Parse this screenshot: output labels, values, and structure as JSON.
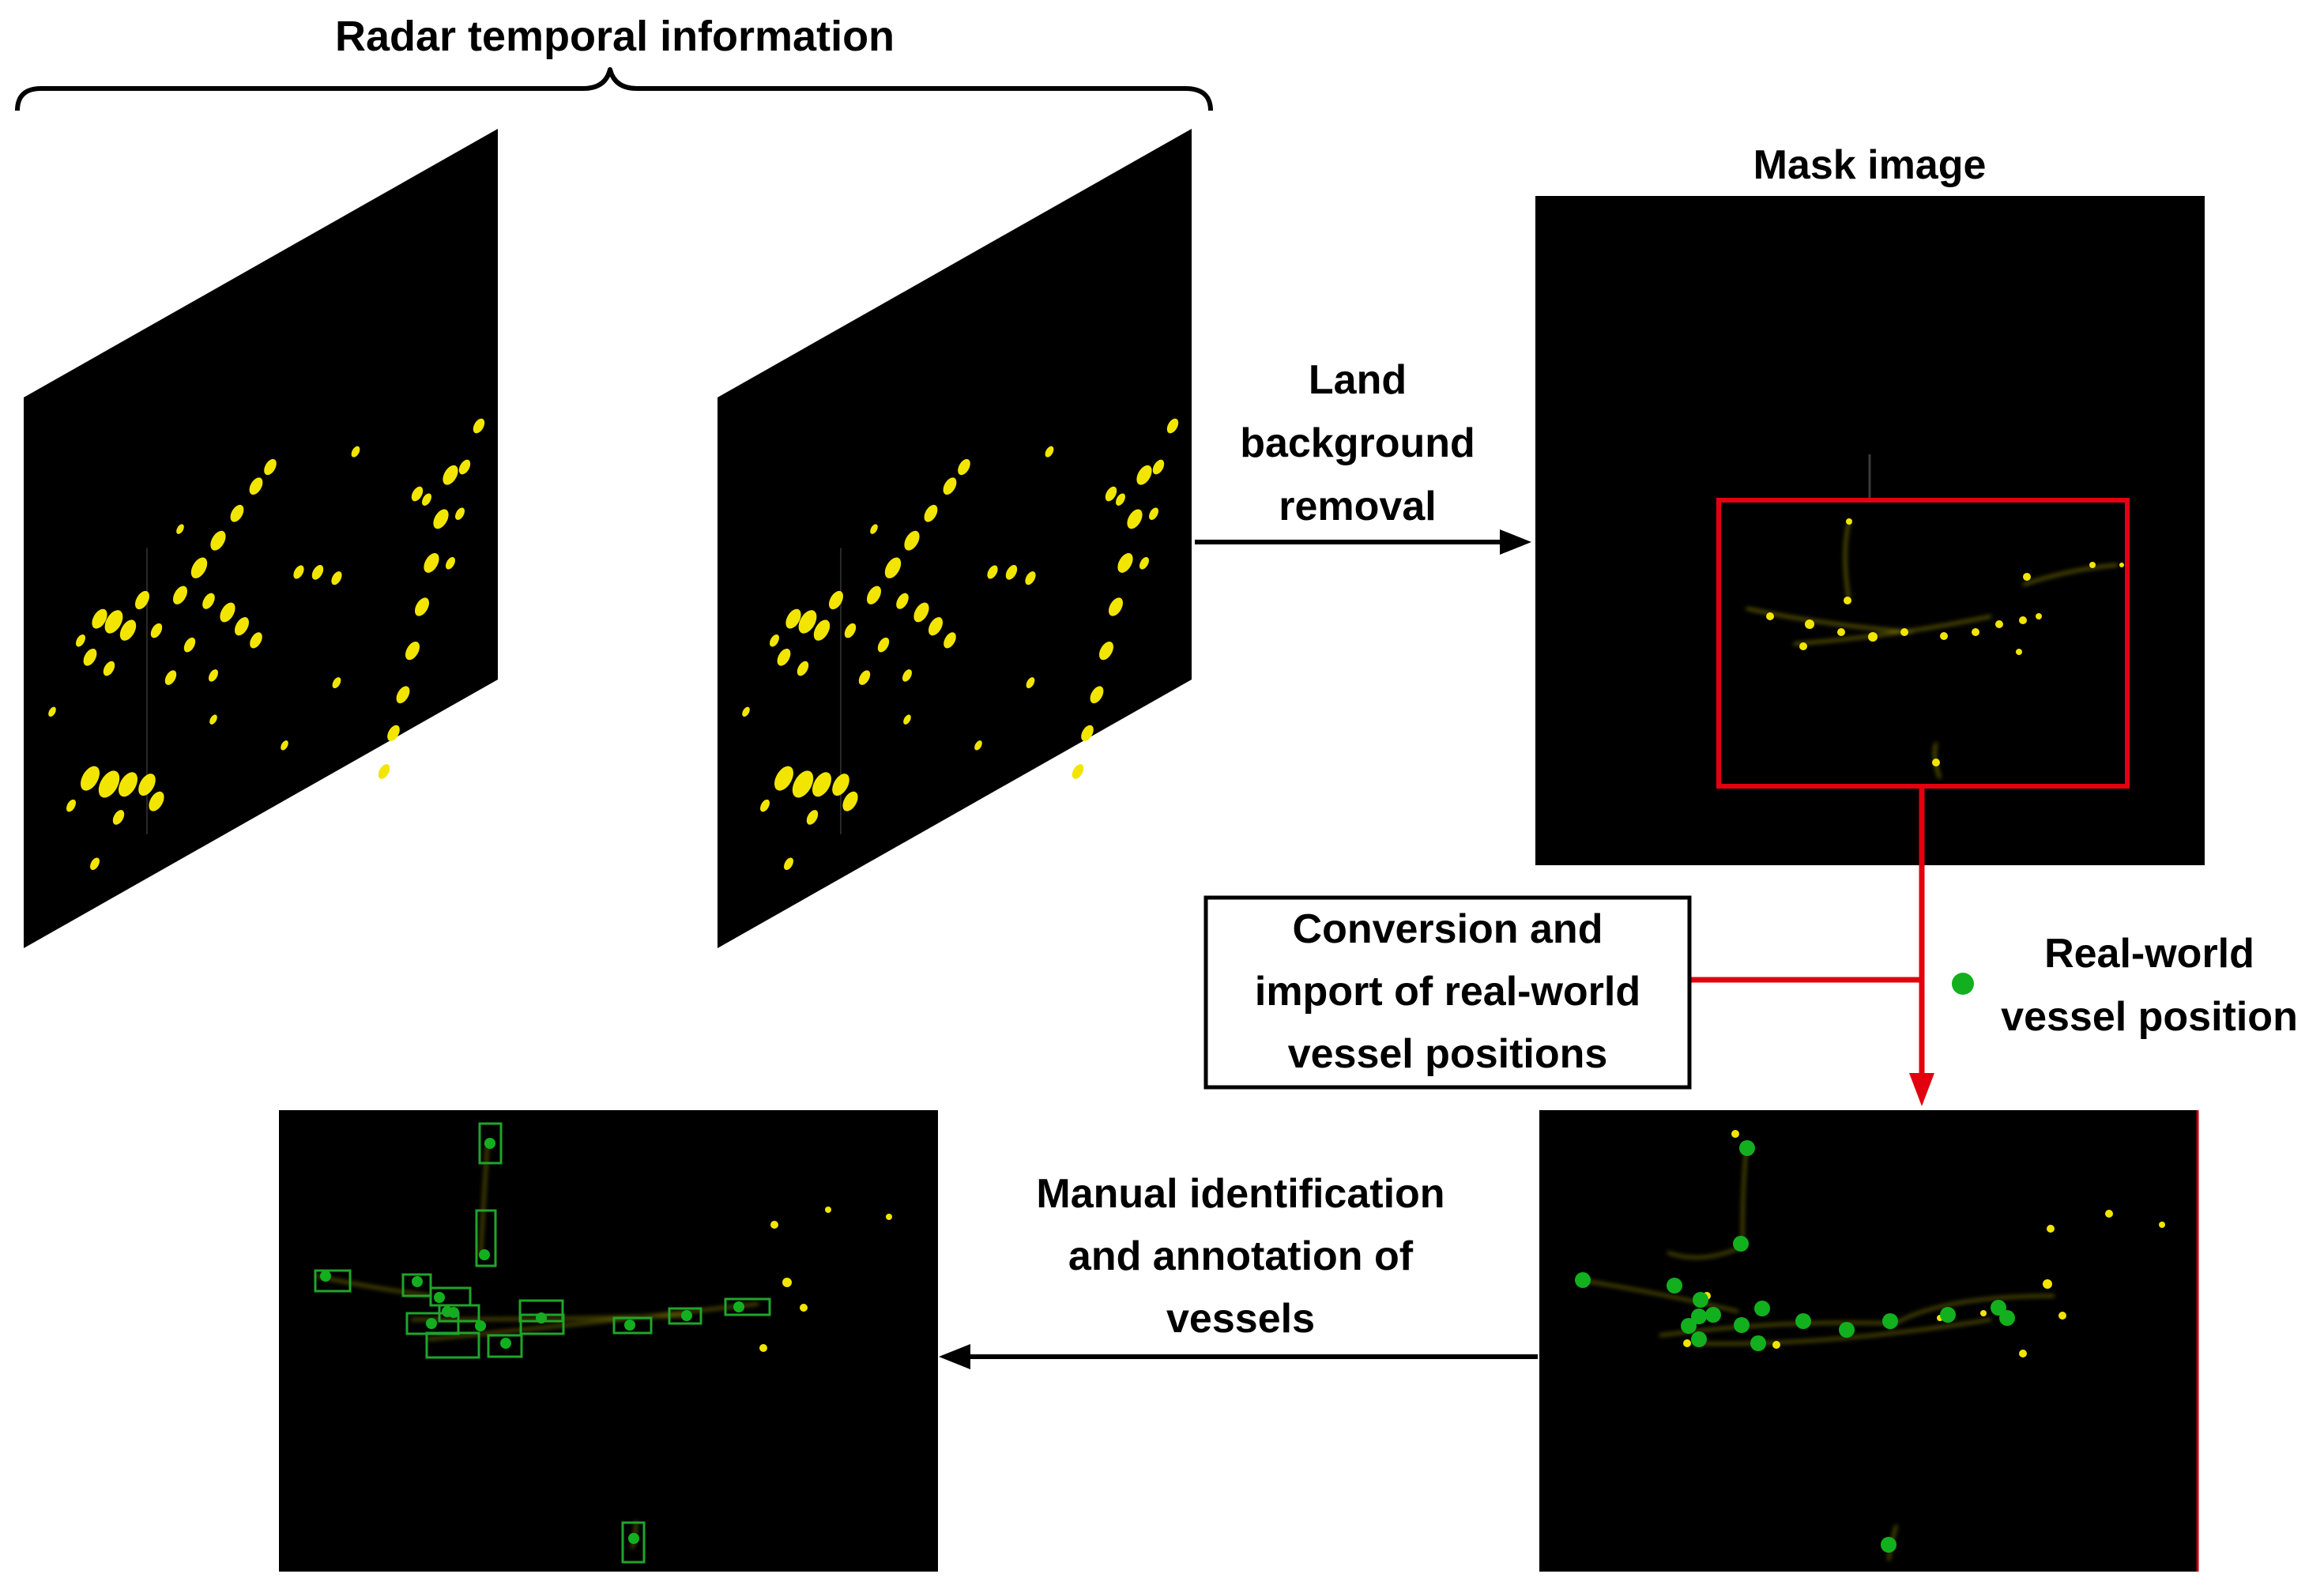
{
  "title": "Radar temporal information",
  "mask_title": "Mask image",
  "land_removal": [
    "Land",
    "background",
    "removal"
  ],
  "conversion_box": [
    "Conversion and",
    "import of real-world",
    "vessel positions"
  ],
  "legend": [
    "Real-world",
    "vessel position"
  ],
  "manual": [
    "Manual identification",
    "and annotation of",
    "vessels"
  ],
  "colors": {
    "radar_bg": "#000000",
    "echo": "#f2e600",
    "highlight_box": "#e3000f",
    "vessel_dot": "#12b01e",
    "annotation_box": "#1fa52a",
    "arrow_black": "#000000",
    "arrow_red": "#e3000f"
  },
  "icons": {
    "brace": "curly-brace",
    "arrow": "arrow-head",
    "legend_marker": "green-dot"
  }
}
